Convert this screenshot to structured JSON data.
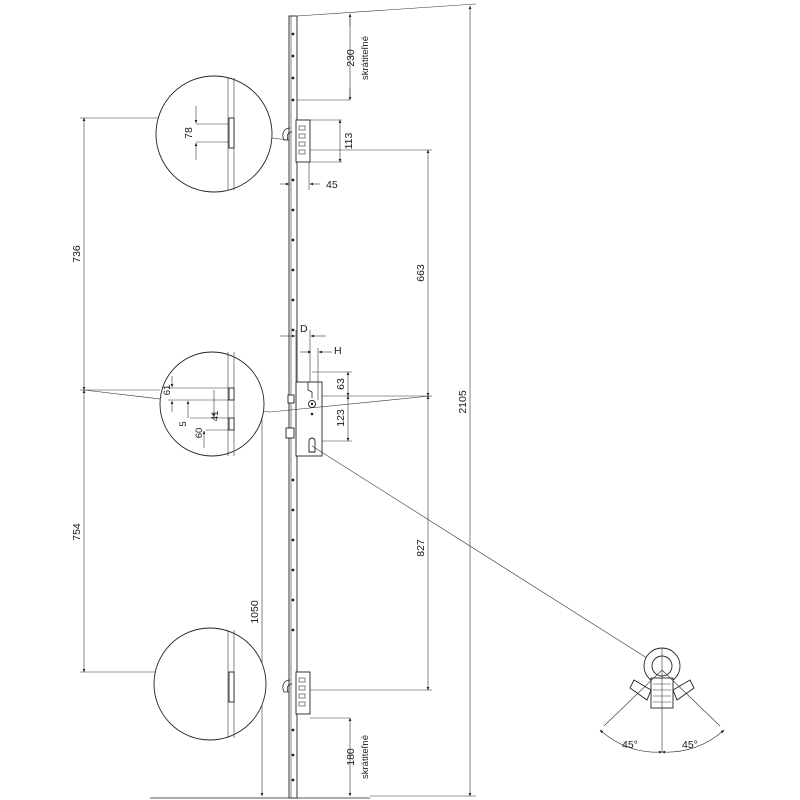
{
  "labels": {
    "top_length": "230",
    "top_adjustable": "skrátiteľné",
    "upper_hook_height": "113",
    "upper_hook_offset": "45",
    "upper_to_main": "663",
    "overall_height": "2105",
    "backset": "D",
    "handle_offset": "H",
    "handle_to_centre": "63",
    "centre_to_cylinder": "123",
    "main_to_lower": "827",
    "centre_height": "1050",
    "bottom_length": "180",
    "bottom_adjustable": "skrátiteľné",
    "left_upper": "736",
    "left_lower": "754",
    "detail_upper_78": "78",
    "detail_mid_61": "61",
    "detail_mid_5": "5",
    "detail_mid_60": "60",
    "detail_mid_41": "41",
    "cyl_left_angle": "45°",
    "cyl_right_angle": "45°"
  },
  "colors": {
    "line": "#222222",
    "background": "#ffffff"
  },
  "icons": {
    "cylinder": "cylinder-cam-icon",
    "arrow": "dimension-arrow-icon"
  }
}
